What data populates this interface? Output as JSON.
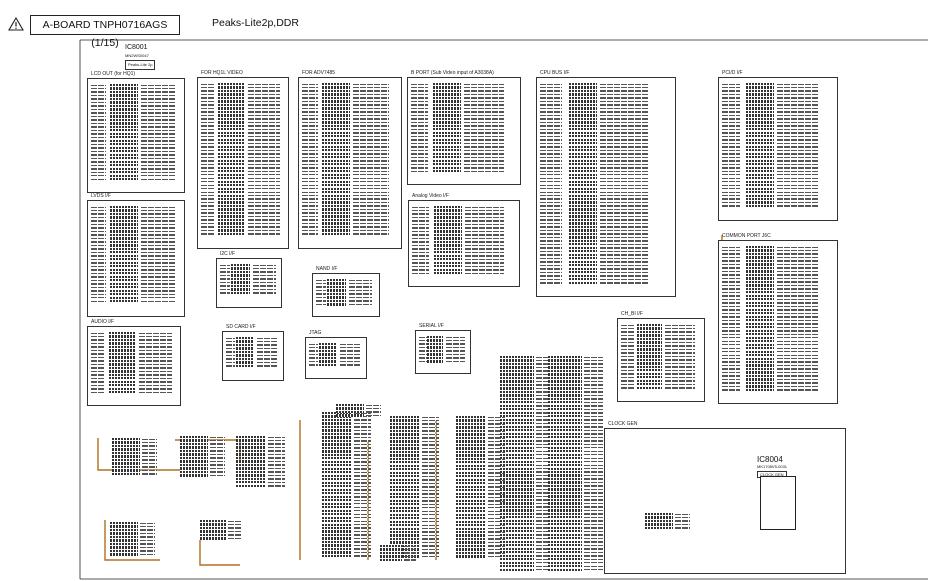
{
  "header": {
    "warning_icon": "warning-triangle-icon",
    "title": "A-BOARD TNPH0716AGS (1/15)",
    "subtitle": "Peaks-Lite2p,DDR"
  },
  "ic_main": {
    "ref": "IC8001",
    "part": "MN2WS0047",
    "label": "Peaks-Lite 2p"
  },
  "panels": [
    {
      "id": "lcd-out",
      "title": "LCD OUT (for HQ1)"
    },
    {
      "id": "for-hq1-video",
      "title": "FOR HQ1L VIDEO"
    },
    {
      "id": "for-adv7485",
      "title": "FOR ADV7485"
    },
    {
      "id": "b-port",
      "title": "B PORT (Sub Video input of A3038A)"
    },
    {
      "id": "cpu-bus",
      "title": "CPU BUS I/F"
    },
    {
      "id": "pci",
      "title": "PCI/D I/F"
    },
    {
      "id": "lvds",
      "title": "LVDS I/F"
    },
    {
      "id": "analog-video",
      "title": "Analog Video I/F"
    },
    {
      "id": "i2c",
      "title": "I2C I/F"
    },
    {
      "id": "nand",
      "title": "NAND I/F"
    },
    {
      "id": "common-port",
      "title": "COMMON PORT J6C"
    },
    {
      "id": "audio",
      "title": "AUDIO I/F"
    },
    {
      "id": "sd-card",
      "title": "SD CARD I/F"
    },
    {
      "id": "jtag",
      "title": "JTAG"
    },
    {
      "id": "serial",
      "title": "SERIAL I/F"
    },
    {
      "id": "ch-bi",
      "title": "CH_BI I/F"
    },
    {
      "id": "clock-gen",
      "title": "CLOCK GEN"
    }
  ],
  "clock_gen": {
    "ref": "IC8004",
    "part": "MK1708V5-0031",
    "label": "CLOCK GEN"
  }
}
